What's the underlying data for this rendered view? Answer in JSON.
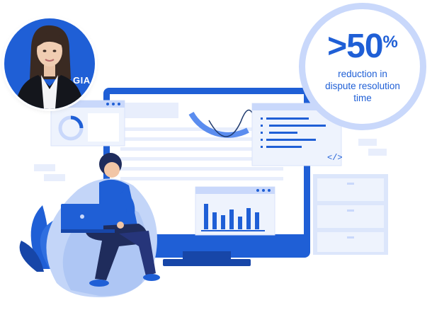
{
  "assistant": {
    "name": "GIA"
  },
  "stat": {
    "value": ">50",
    "unit": "%",
    "caption_line1": "reduction in",
    "caption_line2": "dispute resolution",
    "caption_line3": "time"
  },
  "code_window": {
    "code_symbol": "</>"
  },
  "colors": {
    "brand_blue": "#1f5fd6",
    "light_blue": "#c9d8fb",
    "pale_blue": "#e8eefc"
  },
  "icons": [
    "code-brackets-icon",
    "bar-chart-icon",
    "donut-chart-icon",
    "laptop-icon"
  ]
}
